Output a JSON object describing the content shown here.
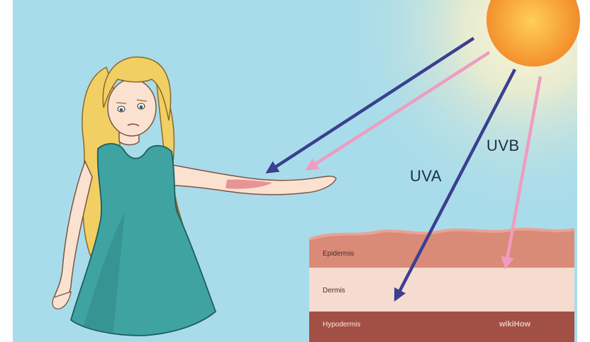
{
  "labels": {
    "uva": "UVA",
    "uvb": "UVB"
  },
  "skin_layers": {
    "epidermis": "Epidermis",
    "dermis": "Dermis",
    "hypodermis": "Hypodermis"
  },
  "watermark": "wikiHow",
  "colors": {
    "sky": "#a9dcea",
    "sun": "#f6a23c",
    "uva_arrow": "#3b3f8f",
    "uvb_arrow": "#ef9cc0",
    "epidermis": "#d98b78",
    "dermis": "#f6dcd0",
    "hypodermis": "#a24f45",
    "dress": "#3fa3a2",
    "hair": "#f2cf63"
  }
}
